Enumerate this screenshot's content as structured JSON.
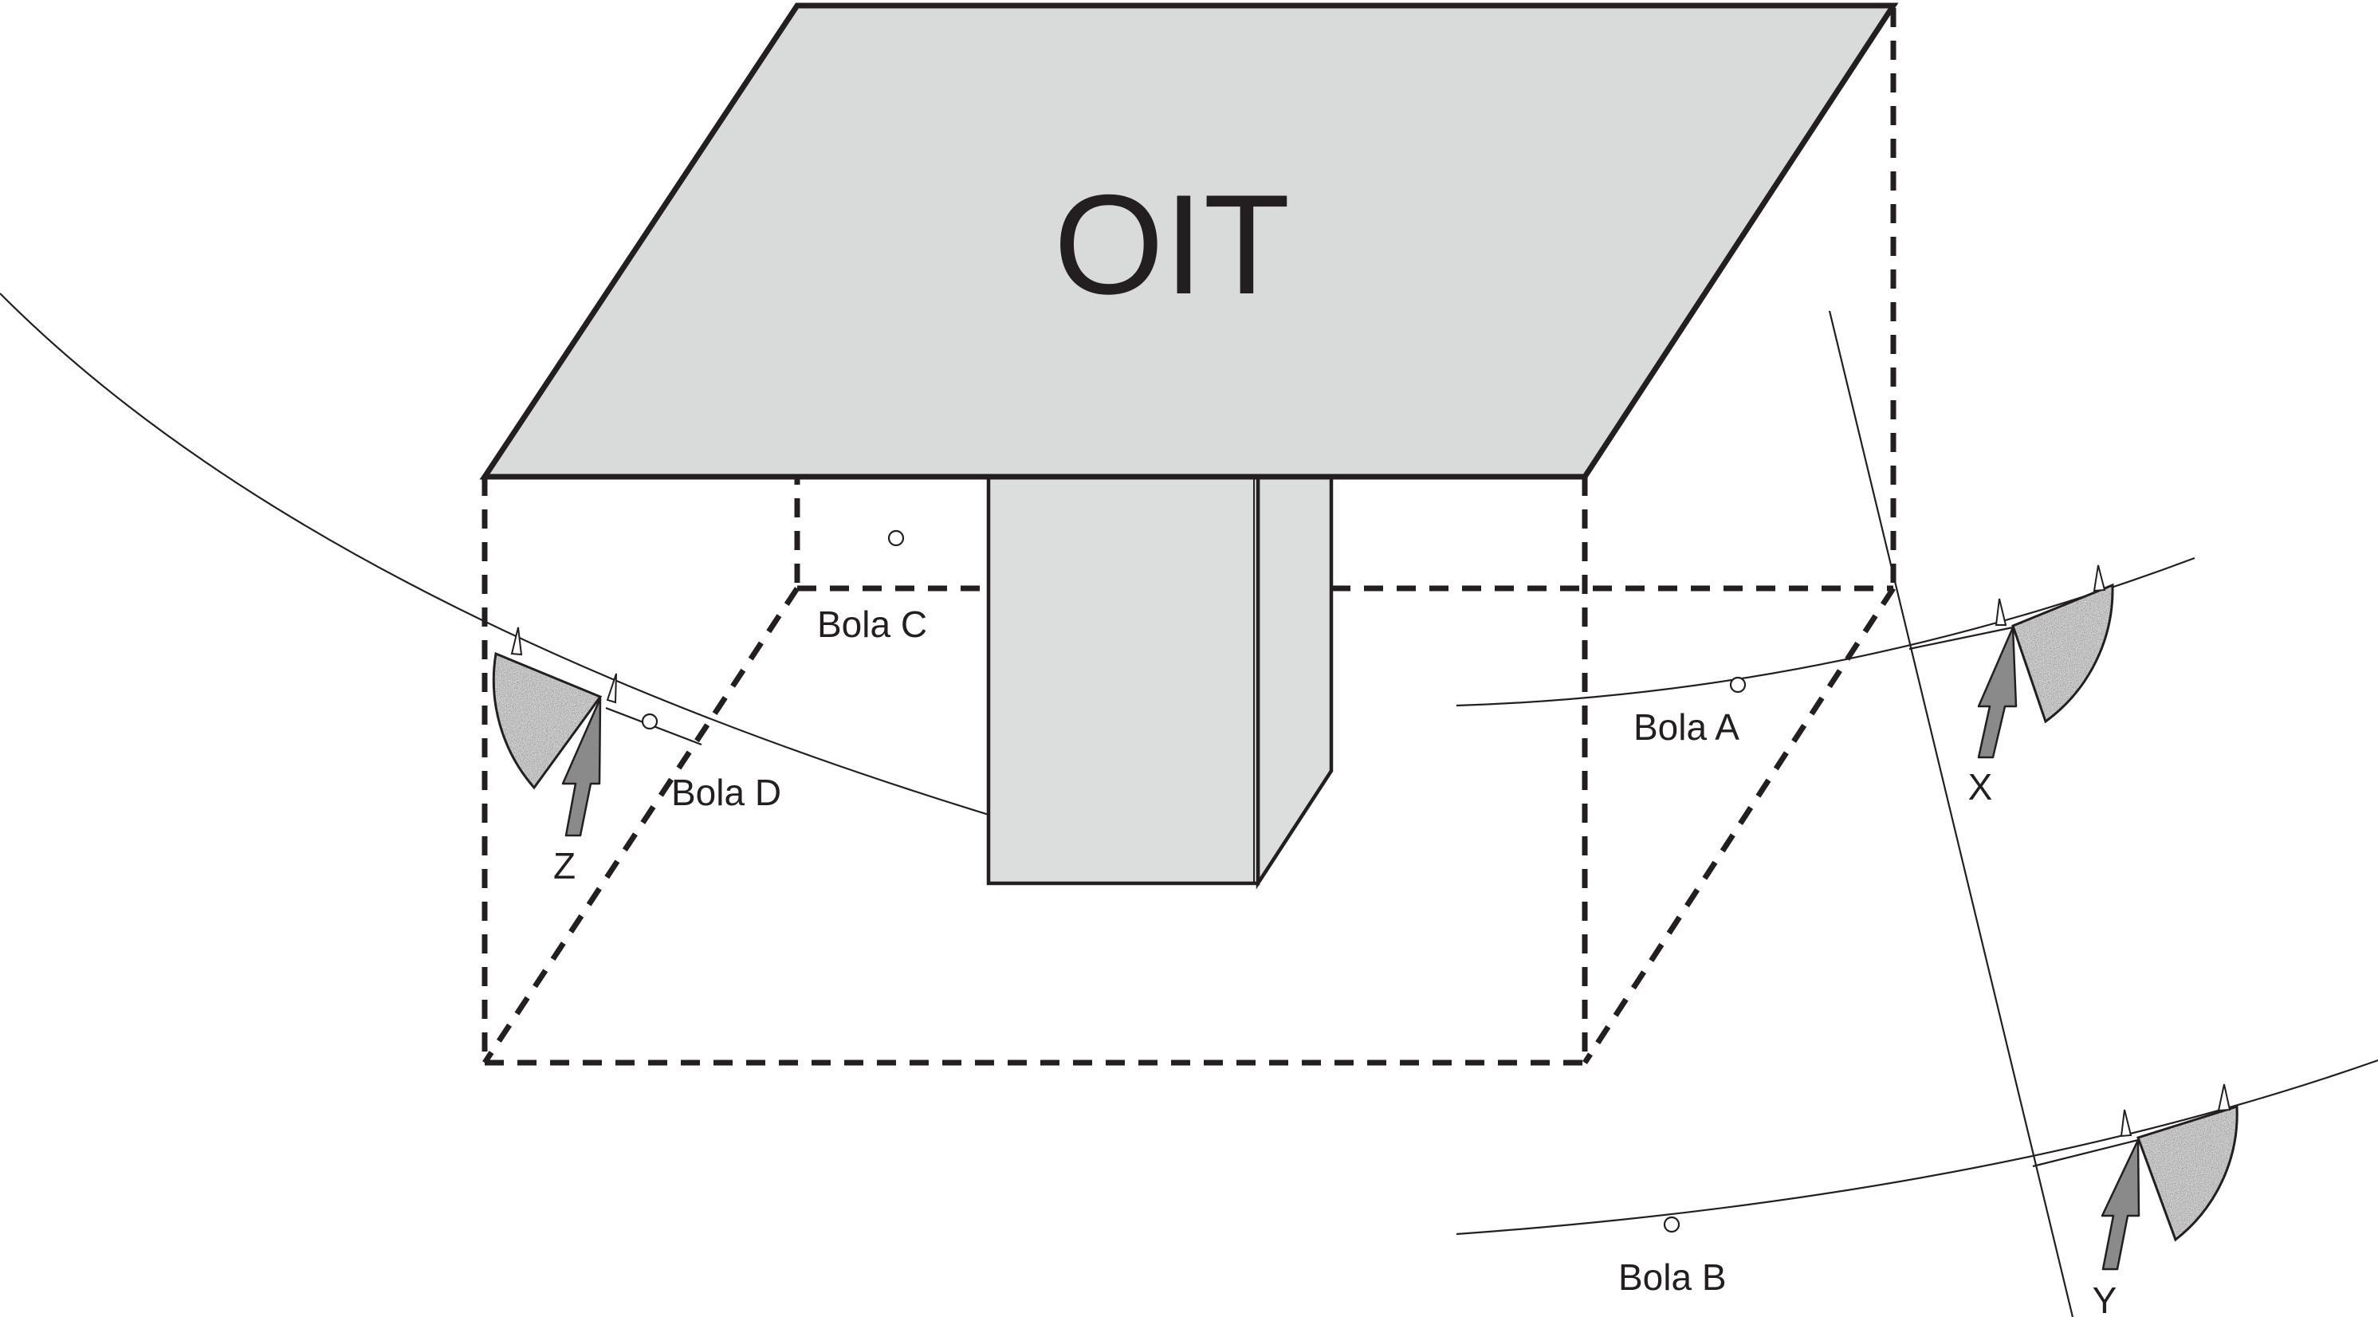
{
  "diagram": {
    "plate_label": "OIT",
    "balls": {
      "a": "Bola A",
      "b": "Bola B",
      "c": "Bola C",
      "d": "Bola D"
    },
    "arrows": {
      "x": "X",
      "y": "Y",
      "z": "Z"
    },
    "colors": {
      "outline": "#231f20",
      "plate_fill": "#d9dbdb",
      "block_fill": "#dcdedd",
      "arrow_fill": "#8a8a8a",
      "speckle_dark": "#3a3a3a",
      "speckle_light": "#bdbdbd"
    }
  }
}
